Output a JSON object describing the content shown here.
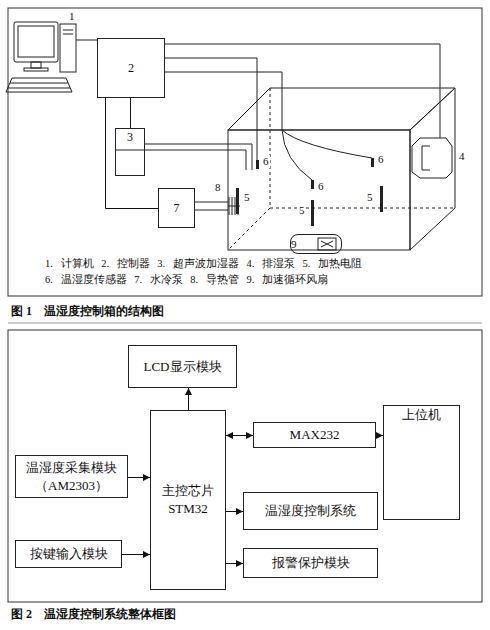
{
  "diagram": {
    "nodes": [
      {
        "text": [
          "2"
        ]
      },
      {
        "text": [
          "3"
        ]
      },
      {
        "text": [
          "7"
        ]
      },
      {
        "text": [
          "9"
        ]
      },
      {
        "text": [
          "LCD显示模块"
        ]
      },
      {
        "text": [
          "温湿度采集模块 （AM2303）"
        ]
      },
      {
        "text": [
          "主控芯片 STM32"
        ]
      },
      {
        "text": [
          "MAX232"
        ]
      },
      {
        "text": [
          "上位机"
        ]
      },
      {
        "text": [
          "温湿度控制系统"
        ]
      },
      {
        "text": [
          "按键输入模块"
        ]
      },
      {
        "text": [
          "报警保护模块"
        ]
      }
    ],
    "edges": [
      {
        "from": 0,
        "to": 1,
        "arrow": "none"
      },
      {
        "from": 0,
        "to": 2,
        "arrow": "none"
      },
      {
        "from": 6,
        "to": 4,
        "arrow": "to"
      },
      {
        "from": 5,
        "to": 6,
        "arrow": "to"
      },
      {
        "from": 10,
        "to": 6,
        "arrow": "to"
      },
      {
        "from": 6,
        "to": 7,
        "arrow": "both"
      },
      {
        "from": 7,
        "to": 8,
        "arrow": "to"
      },
      {
        "from": 6,
        "to": 9,
        "arrow": "to"
      },
      {
        "from": 6,
        "to": 11,
        "arrow": "to"
      }
    ],
    "labels": [
      "1",
      "4",
      "5",
      "5",
      "5",
      "6",
      "6",
      "6",
      "8",
      "1. 计算机 2. 控制器 3. 超声波加湿器 4. 排湿泵 5. 加热电阻",
      "6. 温湿度传感器 7. 水冷泵 8. 导热管 9. 加速循环风扇",
      "图 1　温湿度控制箱的结构图",
      "图 2　温湿度控制系统整体框图"
    ]
  }
}
